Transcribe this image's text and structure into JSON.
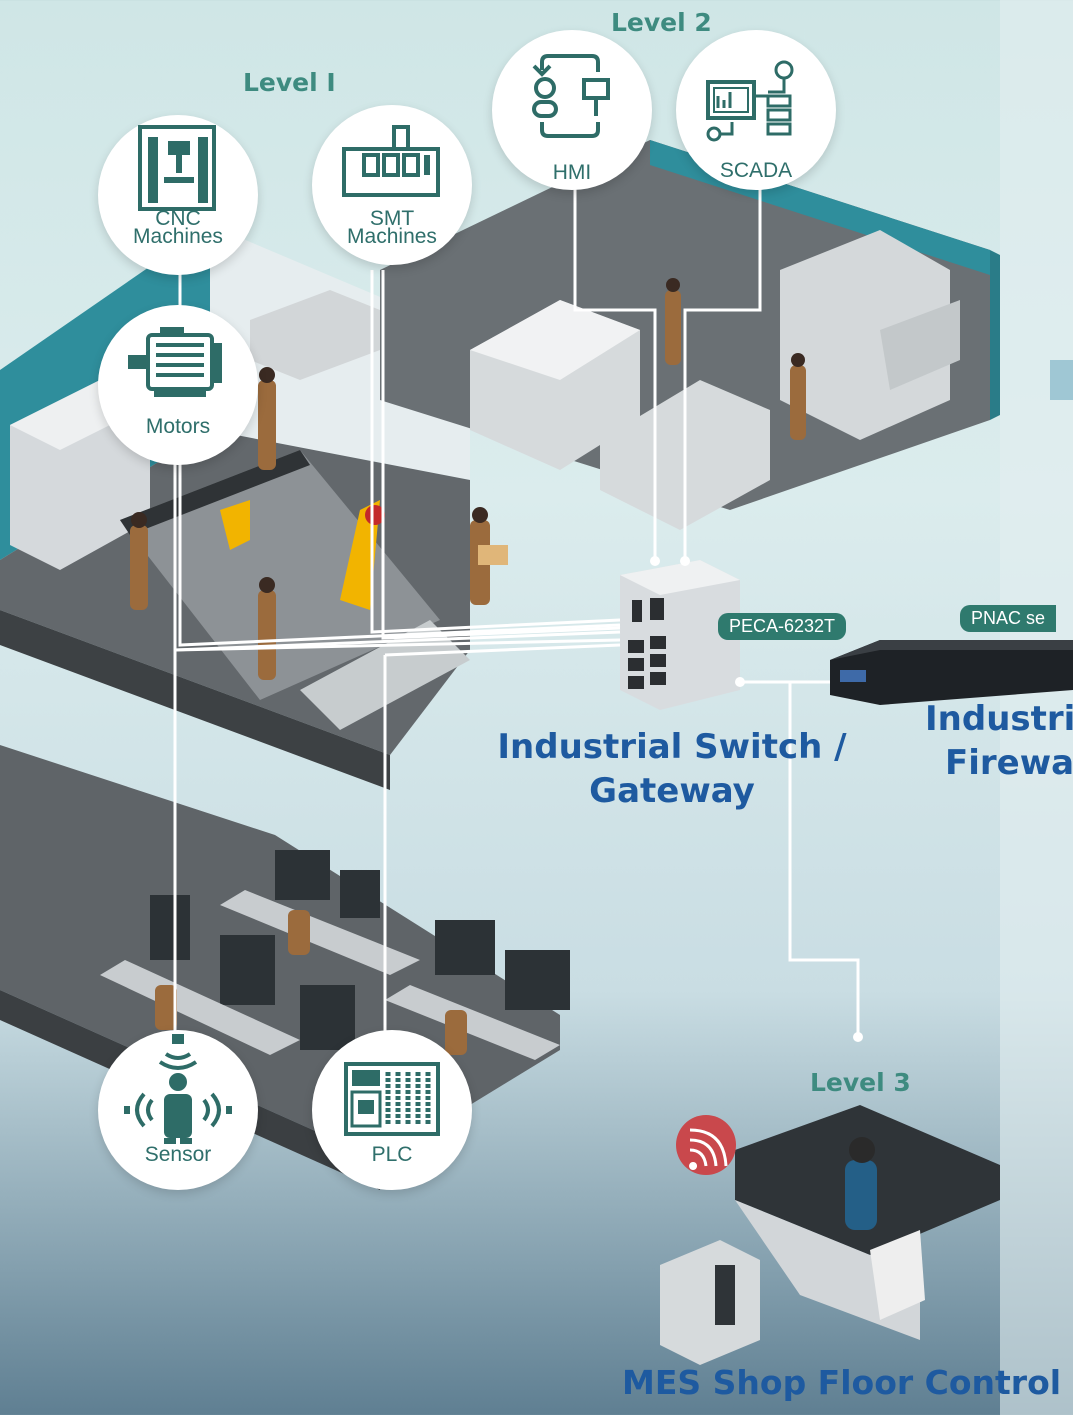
{
  "levels": {
    "level1": "Level I",
    "level2": "Level 2",
    "level3": "Level 3"
  },
  "nodes": {
    "cnc": {
      "label_line1": "CNC",
      "label_line2": "Machines"
    },
    "smt": {
      "label_line1": "SMT",
      "label_line2": "Machines"
    },
    "hmi": {
      "label": "HMI"
    },
    "scada": {
      "label": "SCADA"
    },
    "motors": {
      "label": "Motors"
    },
    "sensor": {
      "label": "Sensor"
    },
    "plc": {
      "label": "PLC"
    }
  },
  "devices": {
    "switch_tag": "PECA-6232T",
    "firewall_tag": "PNAC se",
    "switch_title_line1": "Industrial Switch /",
    "switch_title_line2": "Gateway",
    "firewall_title_line1": "Industri",
    "firewall_title_line2": "Firewal",
    "mes_title": "MES Shop Floor Control"
  },
  "colors": {
    "accent_teal": "#2f7a6e",
    "icon_teal": "#2e6c67",
    "title_blue": "#1e5aa0",
    "floor_gray": "#5d6266",
    "wall_teal": "#2f8e9c"
  },
  "icons": [
    "cnc-machine-icon",
    "smt-machine-icon",
    "hmi-icon",
    "scada-icon",
    "motor-icon",
    "sensor-icon",
    "plc-icon",
    "wifi-icon"
  ]
}
